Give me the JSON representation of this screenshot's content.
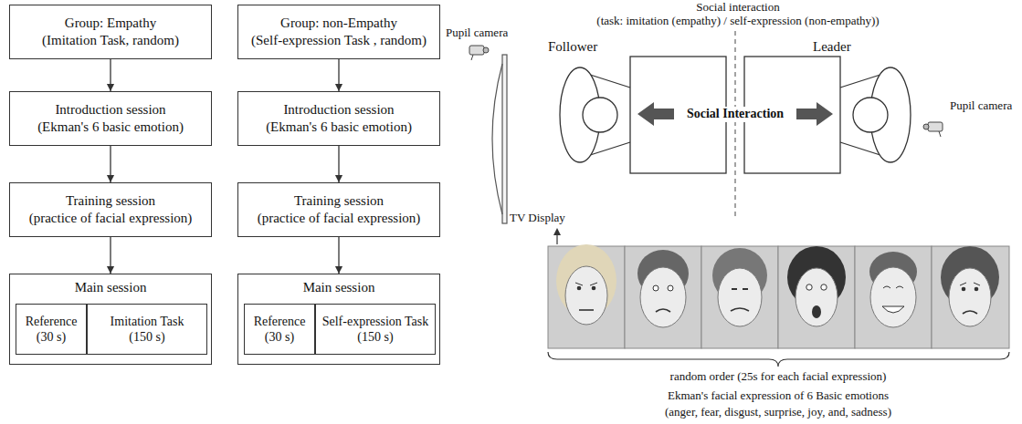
{
  "diagram": {
    "nodes": [
      {
        "text": [
          "Group: Empathy",
          "(Imitation Task, random)"
        ]
      },
      {
        "text": [
          "Introduction session",
          "(Ekman's 6 basic emotion)"
        ]
      },
      {
        "text": [
          "Training session",
          "(practice of facial expression)"
        ]
      },
      {
        "text": [
          "Main session"
        ]
      },
      {
        "text": [
          "Reference",
          "(30 s)"
        ],
        "in": 3
      },
      {
        "text": [
          "Imitation Task",
          "(150 s)"
        ],
        "in": 3
      },
      {
        "text": [
          "Group: non-Empathy",
          "(Self-expression Task , random)"
        ]
      },
      {
        "text": [
          "Introduction session",
          "(Ekman's 6 basic emotion)"
        ]
      },
      {
        "text": [
          "Training session",
          "(practice of facial expression)"
        ]
      },
      {
        "text": [
          "Main session"
        ]
      },
      {
        "text": [
          "Reference",
          "(30 s)"
        ],
        "in": 9
      },
      {
        "text": [
          "Self-expression Task",
          "(150 s)"
        ],
        "in": 9
      }
    ],
    "edges": [
      {
        "from": 0,
        "to": 1,
        "arrow": "to"
      },
      {
        "from": 1,
        "to": 2,
        "arrow": "to"
      },
      {
        "from": 2,
        "to": 3,
        "arrow": "to"
      },
      {
        "from": 6,
        "to": 7,
        "arrow": "to"
      },
      {
        "from": 7,
        "to": 8,
        "arrow": "to"
      },
      {
        "from": 8,
        "to": 9,
        "arrow": "to"
      }
    ],
    "labels": [
      "Social interaction",
      "(task: imitation (empathy) / self-expression (non-empathy))",
      "Pupil camera",
      "Follower",
      "Leader",
      "Social Interaction",
      "Pupil camera",
      "TV Display",
      "random order (25s for each facial expression)",
      "Ekman's facial expression of 6 Basic emotions",
      "(anger, fear, disgust, surprise, joy, and, sadness)"
    ]
  }
}
